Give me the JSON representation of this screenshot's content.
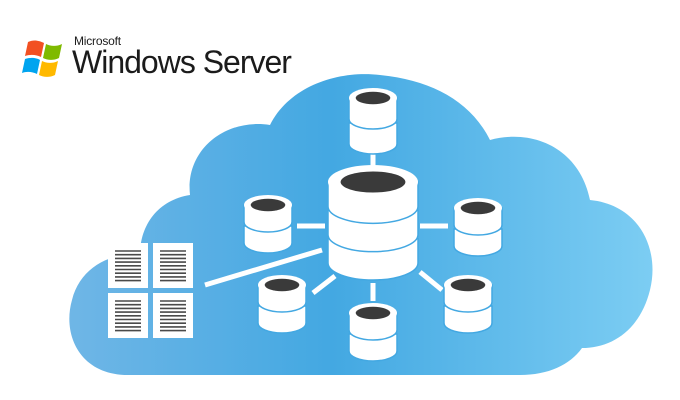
{
  "logo": {
    "brand": "Microsoft",
    "product": "Windows Server",
    "flag_colors": [
      "#f25022",
      "#7fba00",
      "#00a4ef",
      "#ffb900"
    ]
  },
  "colors": {
    "cloud_left": "#6fb6e6",
    "cloud_mid": "#43a8e2",
    "cloud_right": "#7ccdf3",
    "db_top": "#3a3a3a",
    "db_body": "#ffffff",
    "connector": "#ffffff"
  },
  "diagram": {
    "central_node": "database",
    "nodes": [
      "database",
      "database",
      "database",
      "database",
      "database",
      "database",
      "database"
    ],
    "document_tiles": 4,
    "icons": [
      "cloud-icon",
      "database-icon",
      "document-icon"
    ]
  }
}
